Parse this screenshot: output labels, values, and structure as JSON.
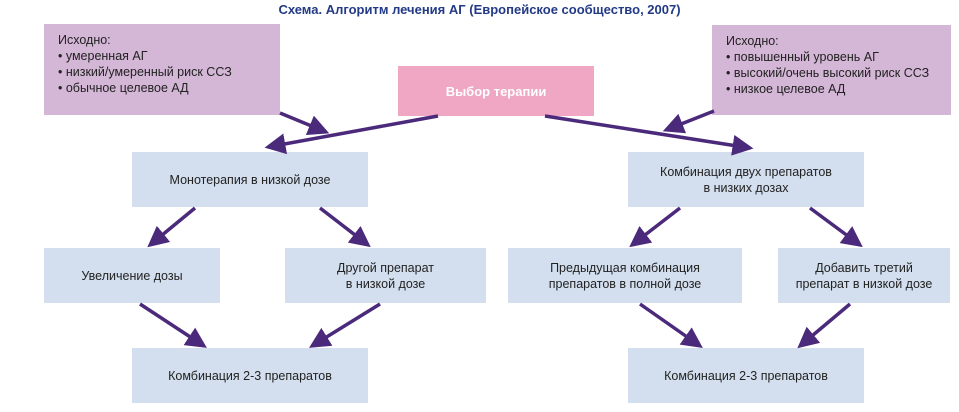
{
  "title": "Схема. Алгоритм лечения АГ (Европейское сообщество, 2007)",
  "left_condition": {
    "heading": "Исходно:",
    "items": [
      "• умеренная АГ",
      "• низкий/умеренный риск ССЗ",
      "• обычное целевое АД"
    ]
  },
  "right_condition": {
    "heading": "Исходно:",
    "items": [
      "• повышенный уровень АГ",
      "• высокий/очень высокий риск ССЗ",
      "• низкое целевое АД"
    ]
  },
  "choice": "Выбор терапии",
  "mono": "Монотерапия в низкой дозе",
  "combo": [
    "Комбинация двух препаратов",
    "в низких дозах"
  ],
  "increase": "Увеличение дозы",
  "other": [
    "Другой препарат",
    "в низкой дозе"
  ],
  "prev_combo": [
    "Предыдущая комбинация",
    "препаратов в полной дозе"
  ],
  "add_third": [
    "Добавить третий",
    "препарат в низкой дозе"
  ],
  "final_left": "Комбинация 2-3 препаратов",
  "final_right": "Комбинация 2-3 препаратов",
  "colors": {
    "arrow": "#4b2a7b",
    "condition": "#d4b6d6",
    "step": "#d3dfee",
    "choice": "#efa7c3"
  }
}
